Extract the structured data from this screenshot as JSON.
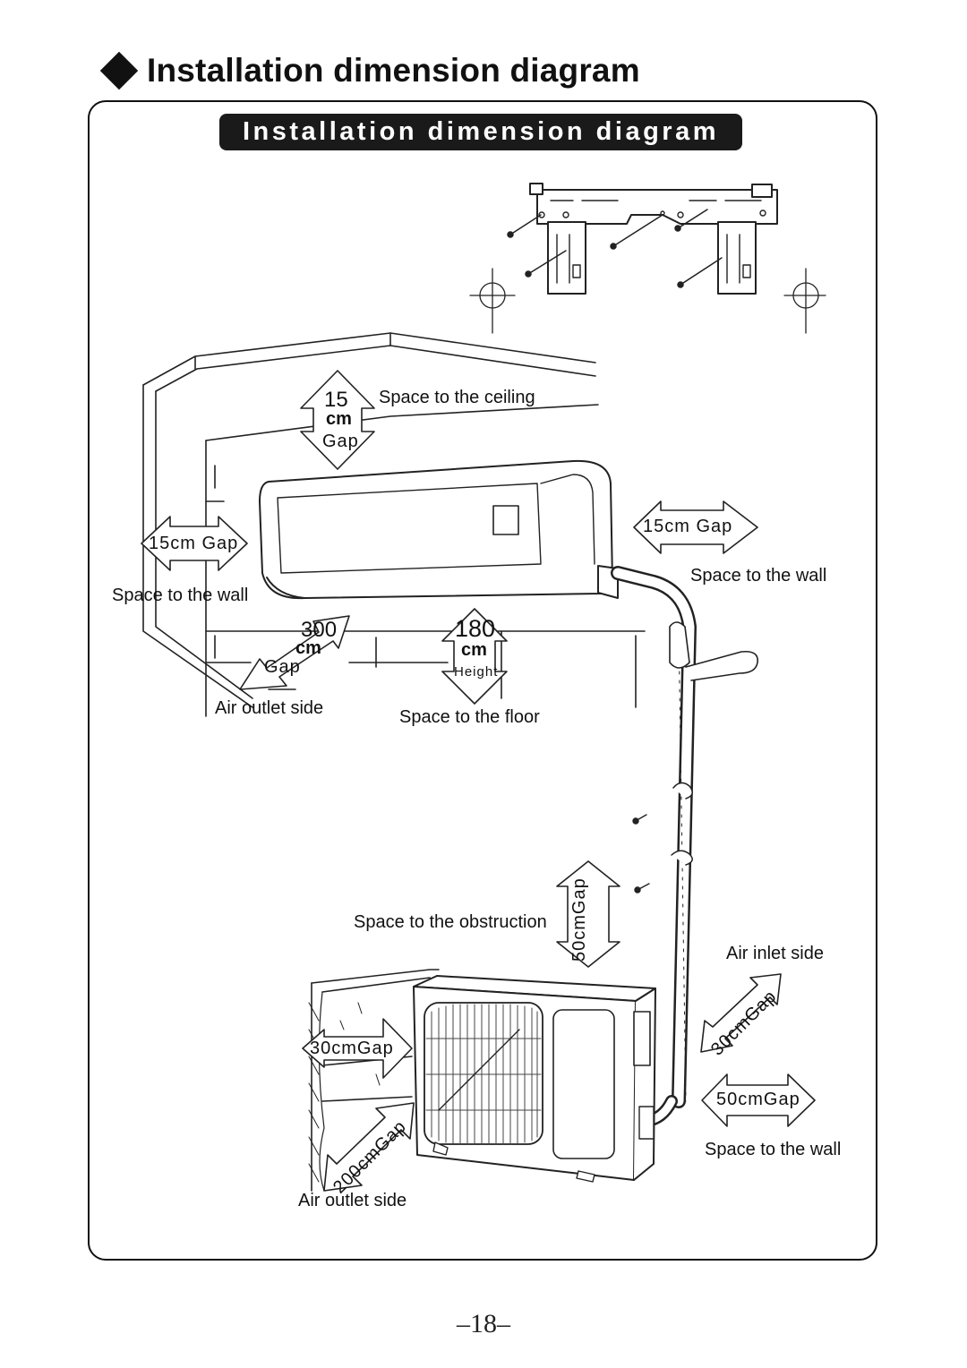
{
  "page": {
    "heading": "Installation dimension diagram",
    "banner": "Installation dimension diagram",
    "page_number": "18"
  },
  "indoor": {
    "ceiling_value": "15",
    "ceiling_unit": "cm",
    "ceiling_gap": "Gap",
    "ceiling_label": "Space to the ceiling",
    "left_gap": "15cm Gap",
    "left_label": "Space to the wall",
    "right_gap": "15cm Gap",
    "right_label": "Space to the wall",
    "outlet_value": "300",
    "outlet_unit": "cm",
    "outlet_gap": "Gap",
    "outlet_label": "Air outlet side",
    "floor_value": "180",
    "floor_unit": "cm",
    "floor_height": "Height",
    "floor_label": "Space to the floor"
  },
  "outdoor": {
    "obstruction_gap": "50cmGap",
    "obstruction_label": "Space to the obstruction",
    "inlet_label": "Air inlet side",
    "inlet_gap": "30cmGap",
    "left_gap": "30cmGap",
    "outlet_gap": "200cmGap",
    "outlet_label": "Air outlet side",
    "right_gap": "50cmGap",
    "right_label": "Space to the wall"
  }
}
